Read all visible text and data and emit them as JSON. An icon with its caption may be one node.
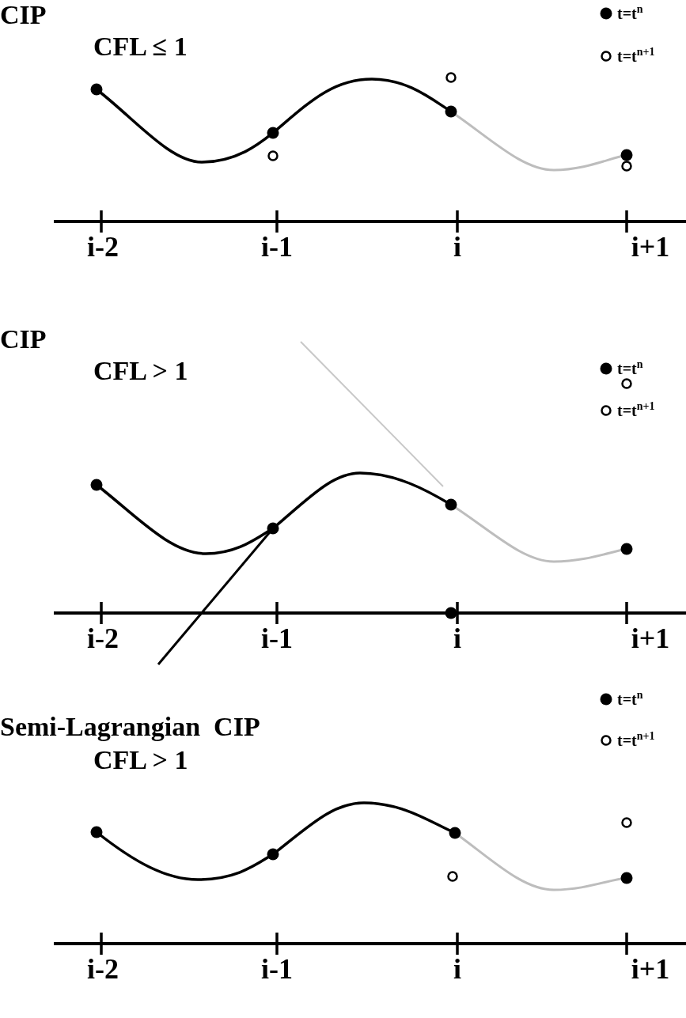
{
  "diagram": {
    "labels": [
      "CIP",
      "CFL ≤ 1",
      "i-2",
      "i-1",
      "i",
      "i+1",
      "CIP",
      "CFL > 1",
      "i-2",
      "i-1",
      "i",
      "i+1",
      "Semi-Lagrangian  CIP",
      "CFL > 1",
      "i-2",
      "i-1",
      "i",
      "i+1"
    ],
    "legend": [
      {
        "text": "t=t$^{n}$"
      },
      {
        "text": "t=t$^{n+1}$"
      },
      {
        "text": "t=t$^{n}$"
      },
      {
        "text": "t=t$^{n+1}$"
      },
      {
        "text": "t=t$^{n}$"
      },
      {
        "text": "t=t$^{n+1}$"
      }
    ]
  }
}
